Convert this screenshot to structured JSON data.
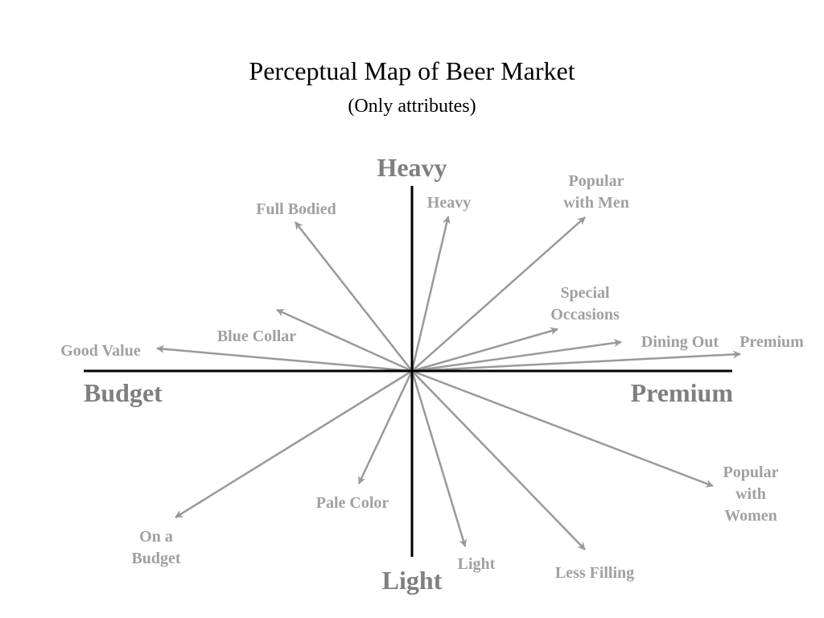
{
  "title": "Perceptual Map of Beer Market",
  "subtitle": "(Only attributes)",
  "axes": {
    "top": "Heavy",
    "bottom": "Light",
    "left": "Budget",
    "right": "Premium"
  },
  "colors": {
    "axis": "#000000",
    "vector": "#999999",
    "axis_label": "#7f7f7f",
    "attribute_label": "#a0a0a0"
  },
  "attributes": [
    {
      "key": "full-bodied",
      "lines": [
        "Full Bodied"
      ]
    },
    {
      "key": "heavy",
      "lines": [
        "Heavy"
      ]
    },
    {
      "key": "popular-with-men",
      "lines": [
        "Popular",
        "with Men"
      ]
    },
    {
      "key": "special-occasions",
      "lines": [
        "Special",
        "Occasions"
      ]
    },
    {
      "key": "dining-out",
      "lines": [
        "Dining Out"
      ]
    },
    {
      "key": "premium",
      "lines": [
        "Premium"
      ]
    },
    {
      "key": "blue-collar",
      "lines": [
        "Blue Collar"
      ]
    },
    {
      "key": "good-value",
      "lines": [
        "Good Value"
      ]
    },
    {
      "key": "popular-with-women",
      "lines": [
        "Popular",
        "with",
        "Women"
      ]
    },
    {
      "key": "less-filling",
      "lines": [
        "Less Filling"
      ]
    },
    {
      "key": "light",
      "lines": [
        "Light"
      ]
    },
    {
      "key": "pale-color",
      "lines": [
        "Pale Color"
      ]
    },
    {
      "key": "on-a-budget",
      "lines": [
        "On a",
        "Budget"
      ]
    }
  ]
}
